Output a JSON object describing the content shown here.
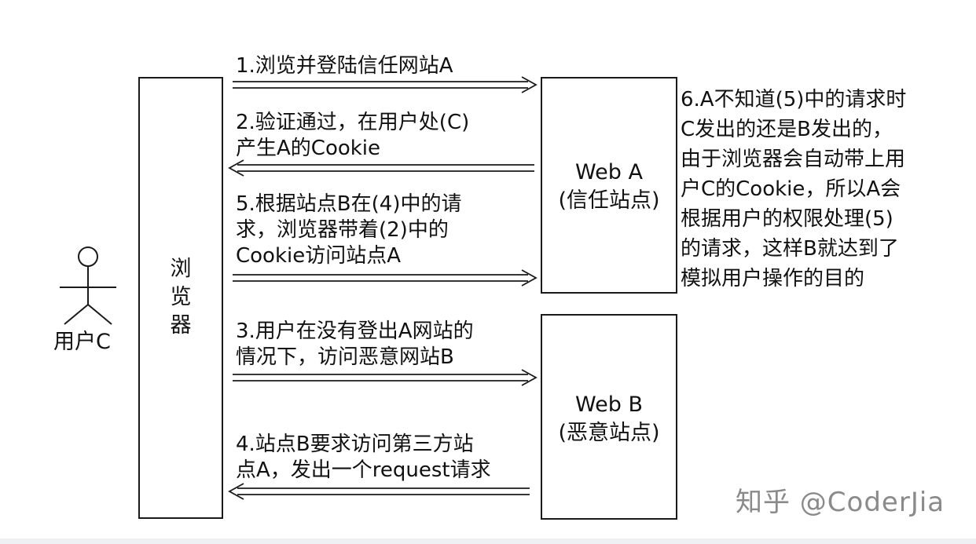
{
  "user": {
    "label": "用户C"
  },
  "browser": {
    "chars": [
      "浏",
      "览",
      "器"
    ]
  },
  "web_a": {
    "name": "Web A",
    "role": "(信任站点)"
  },
  "web_b": {
    "name": "Web B",
    "role": "(恶意站点)"
  },
  "steps": {
    "step1": [
      "1.浏览并登陆信任网站A"
    ],
    "step2": [
      "2.验证通过，在用户处(C)",
      "产生A的Cookie"
    ],
    "step5": [
      "5.根据站点B在(4)中的请",
      "求，浏览器带着(2)中的",
      "Cookie访问站点A"
    ],
    "step3": [
      "3.用户在没有登出A网站的",
      "情况下，访问恶意网站B"
    ],
    "step4": [
      "4.站点B要求访问第三方站",
      "点A，发出一个request请求"
    ]
  },
  "note": {
    "lines": [
      "6.A不知道(5)中的请求时",
      "C发出的还是B发出的，",
      "由于浏览器会自动带上用",
      "户C的Cookie，所以A会",
      "根据用户的权限处理(5)",
      "的请求，这样B就达到了",
      "模拟用户操作的目的"
    ]
  },
  "watermark": "知乎 @CoderJia"
}
